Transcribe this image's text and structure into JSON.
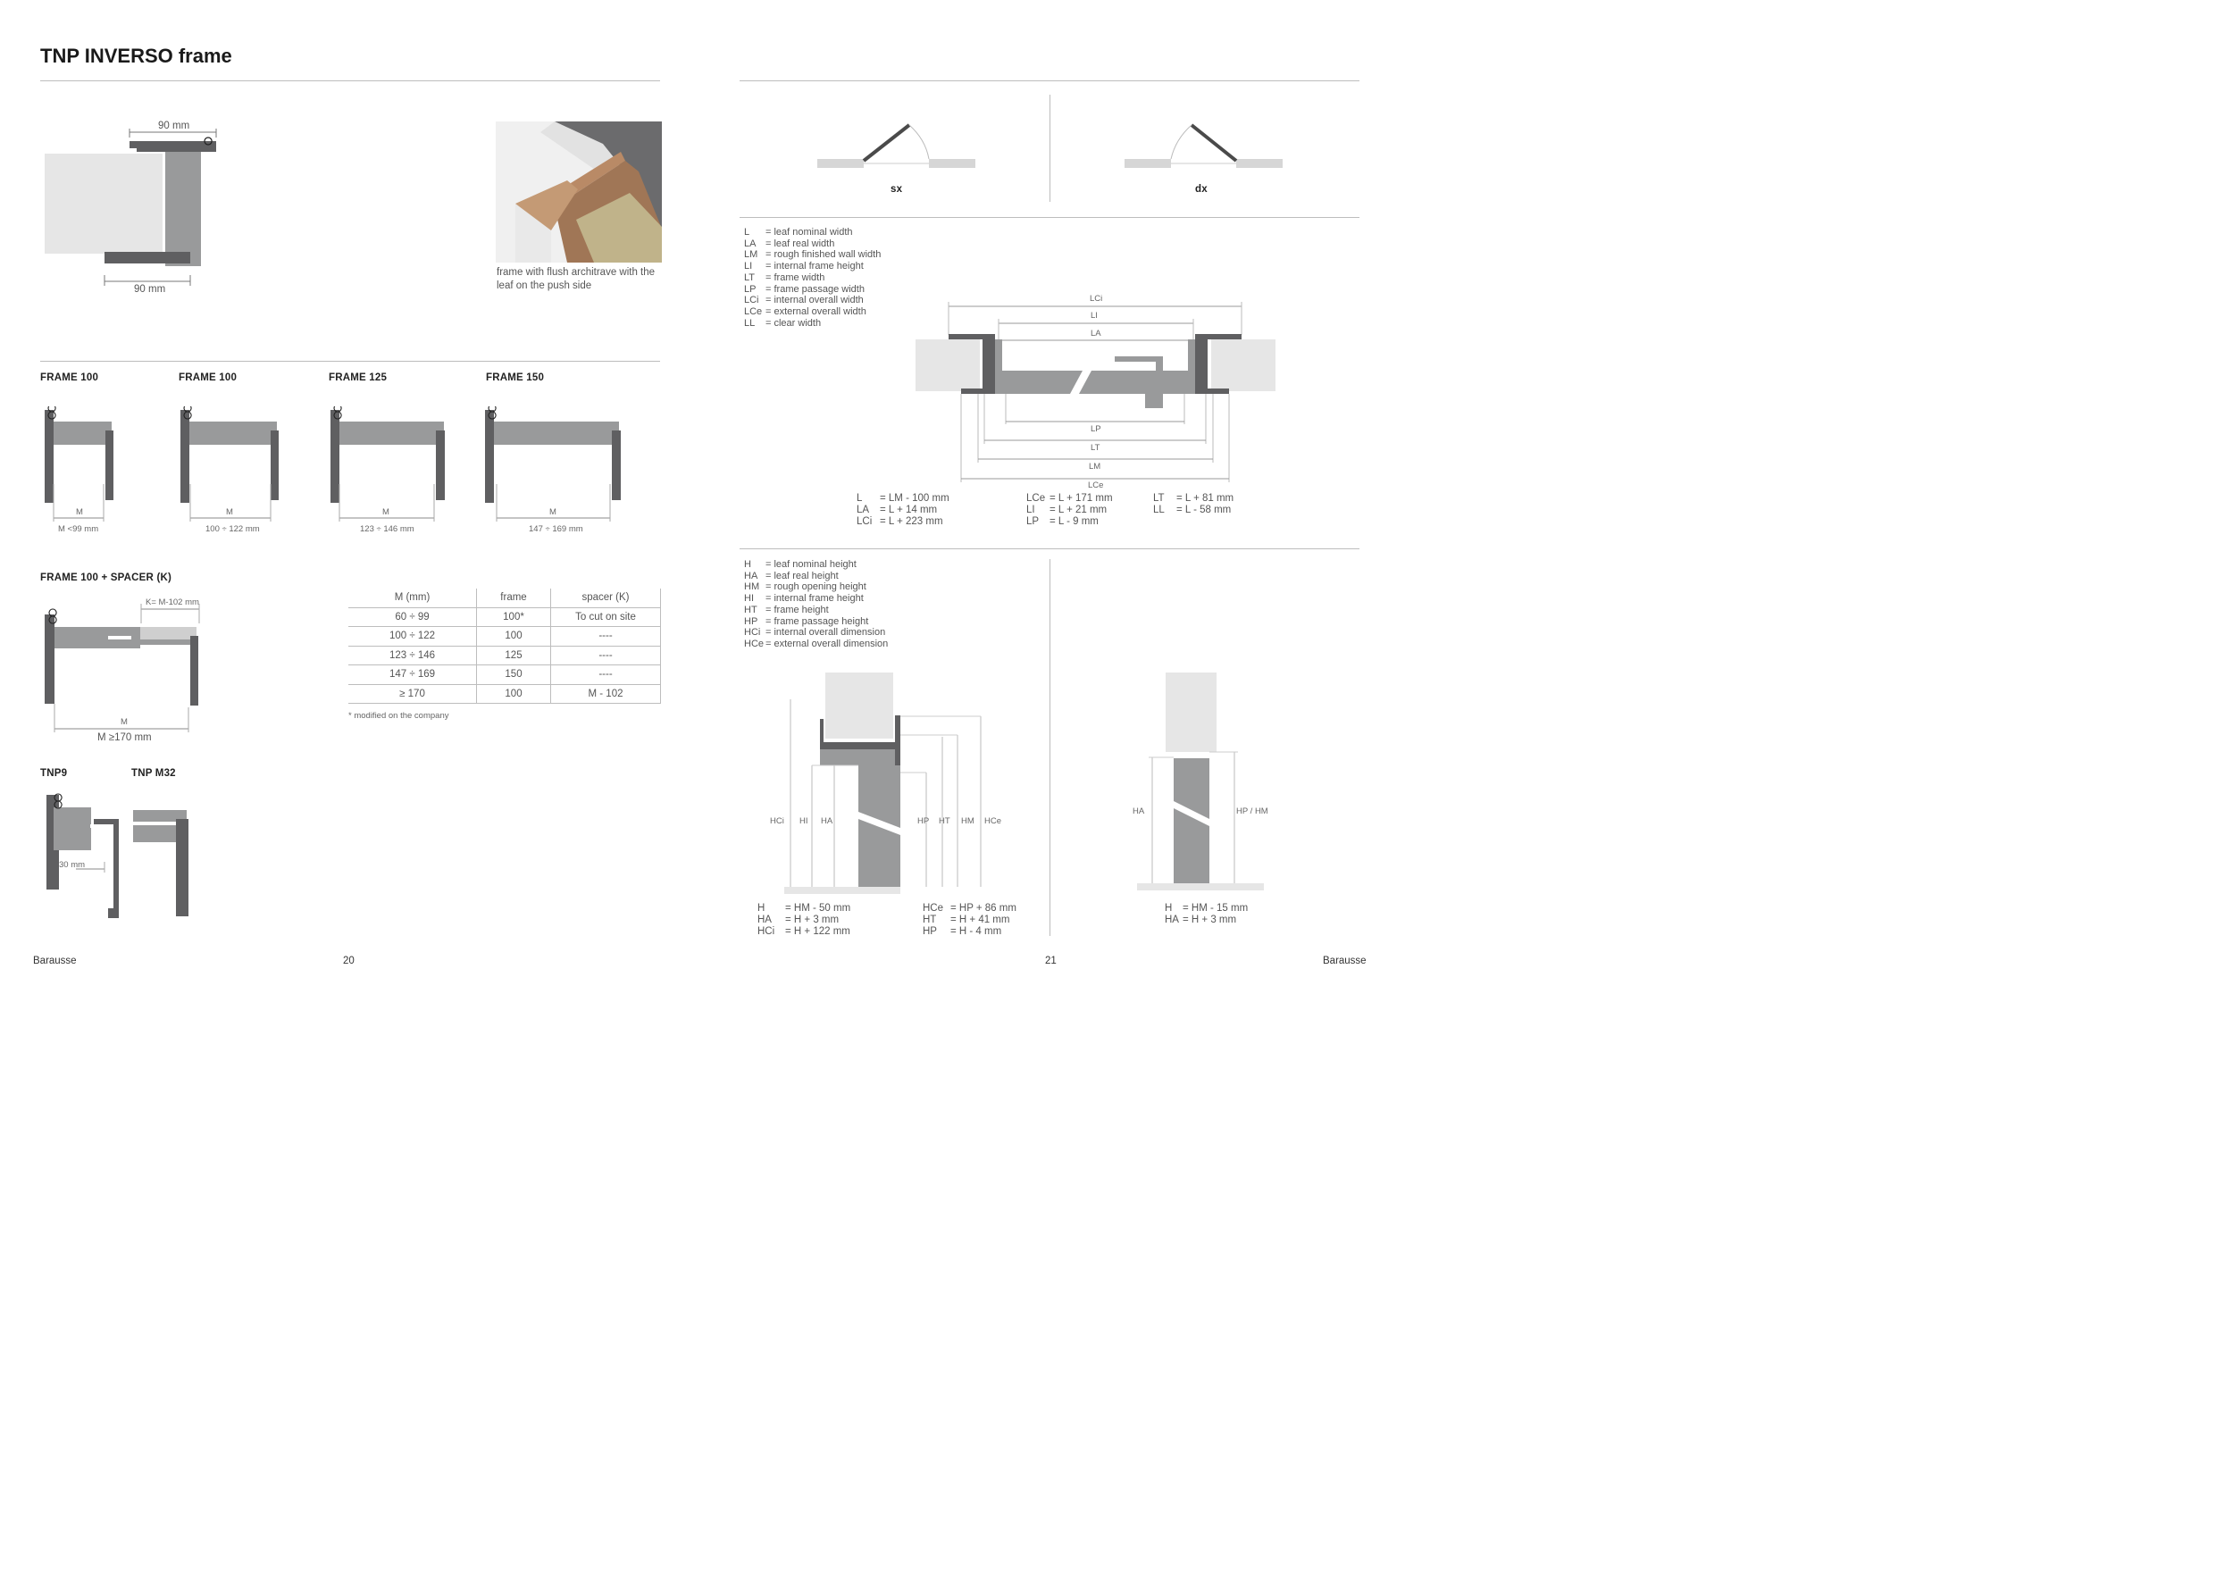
{
  "title": "TNP INVERSO frame",
  "top_drawing": {
    "dim_top": "90 mm",
    "dim_bottom": "90 mm"
  },
  "photo_caption": "frame with flush architrave with the leaf on the push side",
  "frames": [
    {
      "label": "FRAME 100",
      "m": "M",
      "range": "M <99 mm"
    },
    {
      "label": "FRAME 100",
      "m": "M",
      "range": "100 ÷ 122 mm"
    },
    {
      "label": "FRAME 125",
      "m": "M",
      "range": "123 ÷ 146 mm"
    },
    {
      "label": "FRAME 150",
      "m": "M",
      "range": "147 ÷ 169  mm"
    }
  ],
  "spacer_frame": {
    "label": "FRAME 100 + SPACER (K)",
    "k": "K= M-102 mm",
    "m": "M",
    "range": "M ≥170 mm"
  },
  "table": {
    "headers": [
      "M (mm)",
      "frame",
      "spacer (K)"
    ],
    "rows": [
      [
        "60 ÷ 99",
        "100*",
        "To cut on site"
      ],
      [
        "100 ÷ 122",
        "100",
        "----"
      ],
      [
        "123 ÷ 146",
        "125",
        "----"
      ],
      [
        "147 ÷ 169",
        "150",
        "----"
      ],
      [
        "≥ 170",
        "100",
        "M - 102"
      ]
    ],
    "note": "* modified on the company"
  },
  "tnp": {
    "label1": "TNP9",
    "label2": "TNP M32",
    "dim": "30  mm"
  },
  "swing": {
    "left": "sx",
    "right": "dx"
  },
  "width_legend": [
    [
      "L",
      "= leaf nominal width"
    ],
    [
      "LA",
      "= leaf real width"
    ],
    [
      "LM",
      "= rough finished wall width"
    ],
    [
      "LI",
      "= internal frame height"
    ],
    [
      "LT",
      "= frame width"
    ],
    [
      "LP",
      "= frame passage width"
    ],
    [
      "LCi",
      "= internal overall width"
    ],
    [
      "LCe",
      "= external overall width"
    ],
    [
      "LL",
      "= clear width"
    ]
  ],
  "plan_dims": {
    "top": [
      "LCi",
      "LI",
      "LA"
    ],
    "bottom": [
      "LP",
      "LT",
      "LM",
      "LCe"
    ]
  },
  "width_formulas": [
    [
      [
        "L",
        "= LM - 100 mm"
      ],
      [
        "LA",
        "= L + 14 mm"
      ],
      [
        "LCi",
        "= L + 223 mm"
      ]
    ],
    [
      [
        "LCe",
        "= L + 171 mm"
      ],
      [
        "LI",
        "= L + 21 mm"
      ],
      [
        "LP",
        "=  L - 9 mm"
      ]
    ],
    [
      [
        "LT",
        "=  L + 81 mm"
      ],
      [
        "LL",
        "=  L - 58 mm"
      ]
    ]
  ],
  "height_legend": [
    [
      "H",
      "= leaf nominal height"
    ],
    [
      "HA",
      "= leaf real height"
    ],
    [
      "HM",
      "= rough opening height"
    ],
    [
      "HI",
      "= internal frame height"
    ],
    [
      "HT",
      "= frame height"
    ],
    [
      "HP",
      "= frame passage height"
    ],
    [
      "HCi",
      "= internal overall dimension"
    ],
    [
      "HCe",
      "= external overall dimension"
    ]
  ],
  "elev_labels": [
    "HCi",
    "HI",
    "HA",
    "HP",
    "HT",
    "HM",
    "HCe"
  ],
  "elev2_labels": [
    "HA",
    "HP / HM"
  ],
  "height_formulas": [
    [
      [
        "H",
        "= HM - 50 mm"
      ],
      [
        "HA",
        "= H + 3 mm"
      ],
      [
        "HCi",
        "= H + 122 mm"
      ]
    ],
    [
      [
        "HCe",
        "= HP + 86 mm"
      ],
      [
        "HT",
        "= H + 41 mm"
      ],
      [
        "HP",
        "= H - 4 mm"
      ]
    ]
  ],
  "height_formulas2": [
    [
      "H",
      "= HM - 15 mm"
    ],
    [
      "HA",
      "= H + 3 mm"
    ]
  ],
  "footer": {
    "left_brand": "Barausse",
    "left_page": "20",
    "right_page": "21",
    "right_brand": "Barausse"
  },
  "colors": {
    "dark_profile": "#5f5f61",
    "mid_profile": "#999a9b",
    "light_panel": "#e6e6e6",
    "rule": "#bdbdbd"
  }
}
